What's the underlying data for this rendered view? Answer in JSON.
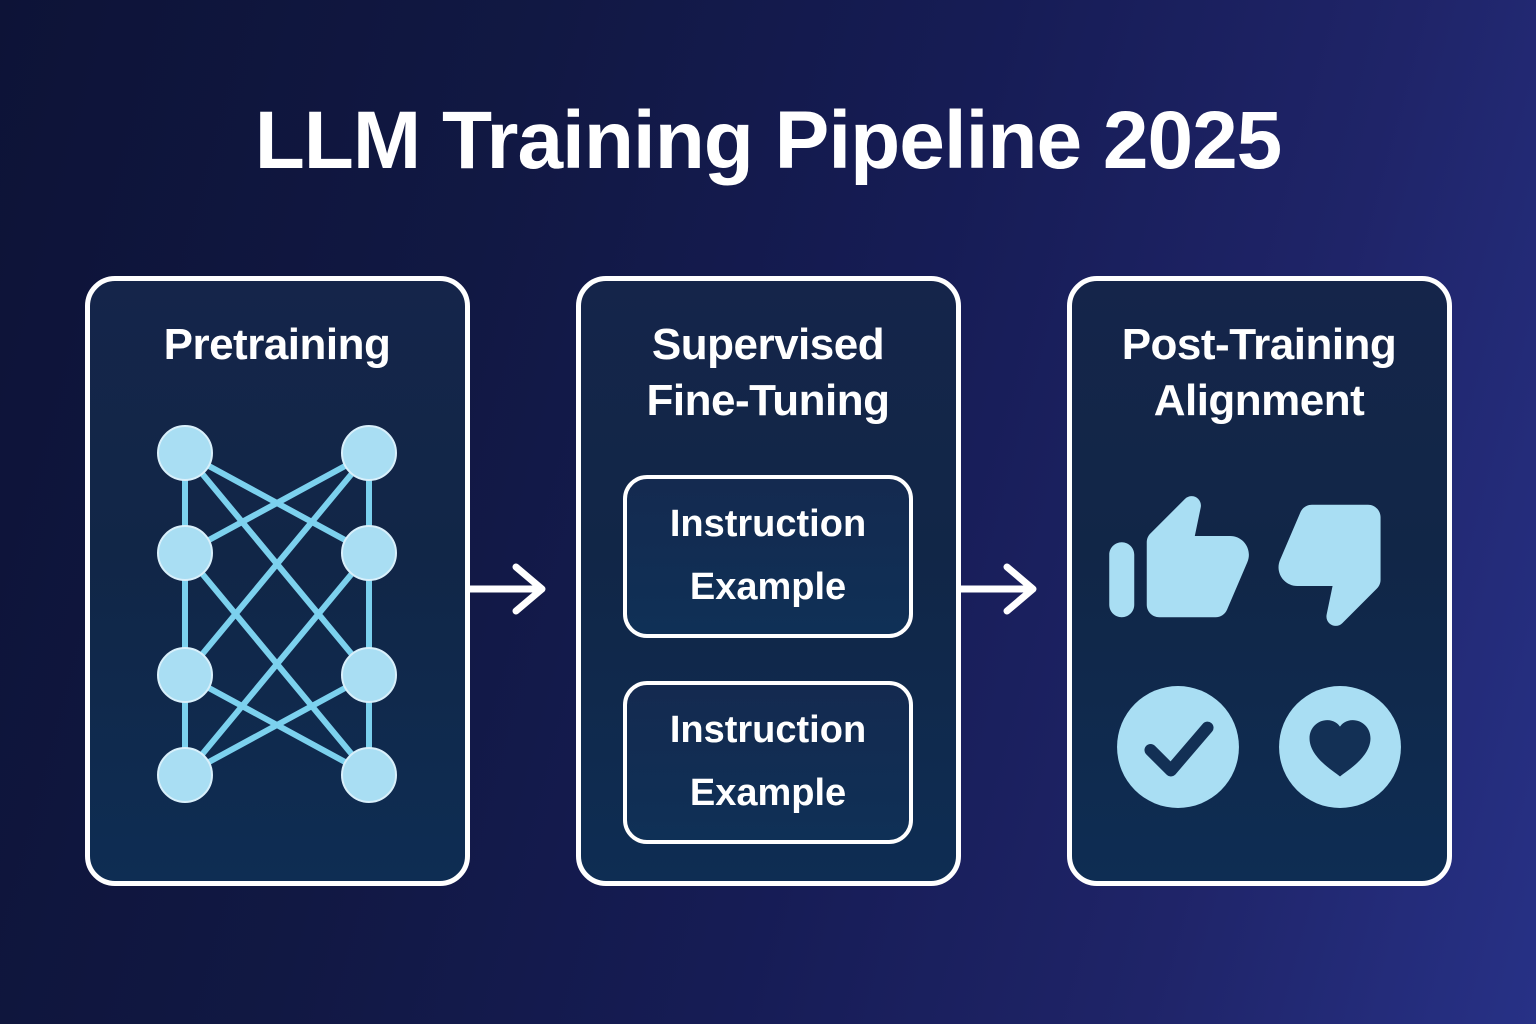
{
  "title": "LLM Training Pipeline 2025",
  "stages": [
    {
      "label": "Pretraining",
      "icon": "neural-network"
    },
    {
      "label": "Supervised Fine-Tuning",
      "boxes": [
        {
          "label": "Instruction Example"
        },
        {
          "label": "Instruction Example"
        }
      ]
    },
    {
      "label": "Post-Training Alignment",
      "icons": [
        "thumbs-up",
        "thumbs-down",
        "check-circle",
        "heart-circle"
      ]
    }
  ],
  "arrows": [
    {
      "icon": "arrow-right"
    },
    {
      "icon": "arrow-right"
    }
  ],
  "colors": {
    "background_top_left": "#0d1337",
    "background_bottom_right": "#273186",
    "panel_border": "#ffffff",
    "panel_fill_top": "#15254a",
    "panel_fill_bottom": "#0e2d53",
    "accent_light_blue": "#a9def3",
    "network_line_blue": "#7cd1ee",
    "glyph_navy": "#133055",
    "text": "#ffffff"
  }
}
